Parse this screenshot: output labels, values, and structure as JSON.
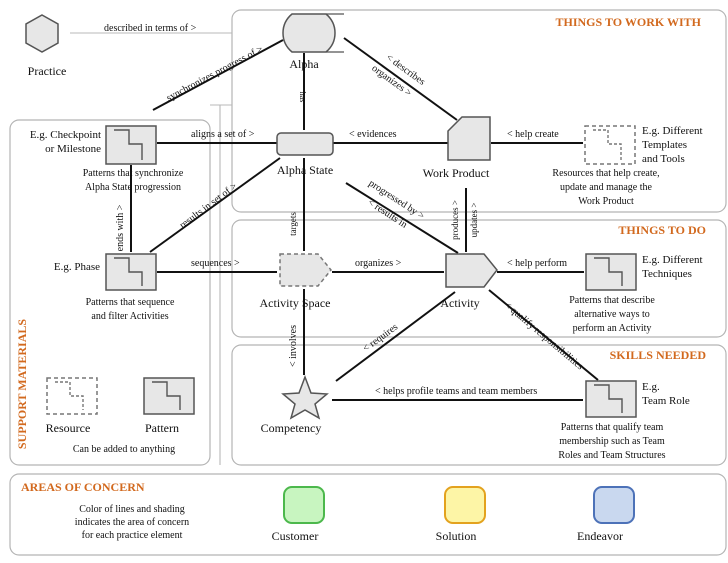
{
  "sections": {
    "work_with": "THINGS TO WORK WITH",
    "to_do": "THINGS TO DO",
    "skills": "SKILLS NEEDED",
    "support": "SUPPORT MATERIALS",
    "concern": "AREAS OF CONCERN"
  },
  "nodes": {
    "practice": "Practice",
    "alpha": "Alpha",
    "alpha_state": "Alpha State",
    "work_product": "Work Product",
    "activity_space": "Activity Space",
    "activity": "Activity",
    "competency": "Competency",
    "resource": "Resource",
    "pattern": "Pattern"
  },
  "edges": {
    "described_in_terms_of": "described in terms of >",
    "synchronizes_progress_of": "synchronizes progress of >",
    "has": "has",
    "describes": "< describes",
    "organizes_wp": "organizes >",
    "aligns_a_set_of": "aligns a set of >",
    "evidences": "< evidences",
    "help_create": "< help create",
    "ends_with": "ends with >",
    "results_in_set_of": "results in set of >",
    "targets": "targets",
    "progressed_by": "progressed by >",
    "results_in": "< results in",
    "produces": "produces >",
    "updates": "updates >",
    "sequences": "sequences >",
    "organizes": "organizes >",
    "help_perform": "< help perform",
    "involves": "< involves",
    "requires": "< requires",
    "qualify_responsibilities": "< qualify responsibilities",
    "helps_profile": "< helps profile teams and team members"
  },
  "annotations": {
    "checkpoint_title": [
      "E.g. Checkpoint",
      "or Milestone"
    ],
    "checkpoint_desc": [
      "Patterns that synchronize",
      "Alpha State progression"
    ],
    "phase_title": "E.g. Phase",
    "phase_desc": [
      "Patterns that sequence",
      "and filter Activities"
    ],
    "templates_title": [
      "E.g. Different",
      "Templates",
      "and Tools"
    ],
    "templates_desc": [
      "Resources that help create,",
      "update and manage the",
      "Work Product"
    ],
    "techniques_title": [
      "E.g. Different",
      "Techniques"
    ],
    "techniques_desc": [
      "Patterns that describe",
      "alternative ways to",
      "perform an Activity"
    ],
    "teamrole_title": [
      "E.g.",
      "Team Role"
    ],
    "teamrole_desc": [
      "Patterns that qualify team",
      "membership such as Team",
      "Roles and Team Structures"
    ],
    "added_to_anything": "Can be added to anything",
    "concern_desc": [
      "Color of lines and shading",
      "indicates the area of concern",
      "for each practice element"
    ]
  },
  "concerns": [
    {
      "label": "Customer",
      "fill": "#c8f5c0",
      "stroke": "#4cb84c"
    },
    {
      "label": "Solution",
      "fill": "#fdf5a6",
      "stroke": "#e3a21e"
    },
    {
      "label": "Endeavor",
      "fill": "#c9d8ef",
      "stroke": "#4d72b8"
    }
  ]
}
